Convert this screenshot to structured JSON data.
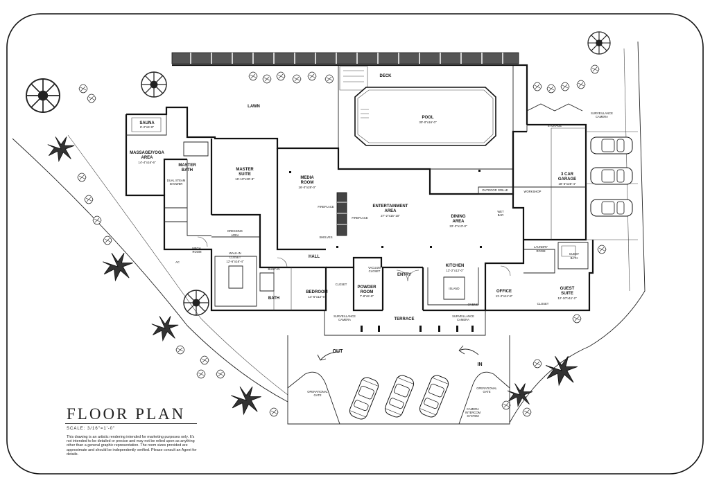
{
  "title": "FLOOR PLAN",
  "scale": "SCALE: 3/16\"=1'-0\"",
  "disclaimer": "This drawing is an artistic rendering intended for marketing purposes only. It's not intended to be detailed or precise and may not be relied upon as anything other than a general graphic representation. The room sizes provided are approximate and should be independently verified.  Please consult an Agent for details.",
  "rooms": {
    "sauna": {
      "name": "SAUNA",
      "dim": "6'-2\"x5'-8\""
    },
    "massage": {
      "name1": "MASSAGE/YOGA",
      "name2": "AREA",
      "dim": "14'-4\"x16'-6\""
    },
    "master_bath": {
      "name1": "MASTER",
      "name2": "BATH"
    },
    "dual_shower": {
      "name1": "DUAL STEAM",
      "name2": "SHOWER"
    },
    "master_suite": {
      "name1": "MASTER",
      "name2": "SUITE",
      "dim": "16'-10\"x30'-8\""
    },
    "media": {
      "name1": "MEDIA",
      "name2": "ROOM",
      "dim": "16'-0\"x28'-0\""
    },
    "entertainment": {
      "name1": "ENTERTAINMENT",
      "name2": "AREA",
      "dim": "27'-2\"x15'-10\""
    },
    "dining": {
      "name1": "DINING",
      "name2": "AREA",
      "dim": "22'-2\"x13'-0\""
    },
    "pool": {
      "name": "POOL",
      "dim": "30'-0\"x16'-0\""
    },
    "deck": "DECK",
    "lawn": "LAWN",
    "storage": "STORAGE",
    "garage": {
      "name1": "3 CAR",
      "name2": "GARAGE",
      "dim": "18'-6\"x25'-4\""
    },
    "workshop": "WORKSHOP",
    "outdoor_grille": "OUTDOOR GRILLE",
    "wet_bar": {
      "l1": "WET",
      "l2": "BAR"
    },
    "dressing": {
      "name1": "DRESSING",
      "name2": "AREA"
    },
    "walkin": {
      "name1": "WALK-IN",
      "name2": "CLOSET",
      "dim": "12'-6\"x16'-4\""
    },
    "mech": {
      "name1": "MECH.",
      "name2": "ROOM"
    },
    "hall": "HALL",
    "built_in": "BUILT-IN",
    "bath": "BATH",
    "bedroom": {
      "name": "BEDROOM",
      "dim": "14'-6\"x12'-6\""
    },
    "closet": "CLOSET",
    "powder": {
      "name1": "POWDER",
      "name2": "ROOM",
      "dim": "7'-8\"x5'-8\""
    },
    "vacuum": {
      "l1": "VACUUM",
      "l2": "CLOSET"
    },
    "entry": "ENTRY",
    "kitchen": {
      "name": "KITCHEN",
      "dim": "13'-2\"x12'-0\""
    },
    "island": "ISLAND",
    "ovens": "OVENS",
    "office": {
      "name": "OFFICE",
      "dim": "11'-2\"x11'-8\""
    },
    "laundry": {
      "name1": "LAUNDRY",
      "name2": "ROOM"
    },
    "guest_bath": {
      "name1": "GUEST",
      "name2": "BATH"
    },
    "guest_suite": {
      "name1": "GUEST",
      "name2": "SUITE",
      "dim": "12'-10\"x11'-2\""
    },
    "terrace": "TERRACE",
    "fireplace": "FIREPLACE",
    "shelves": "SHELVES",
    "ac": "AC",
    "closet2": "CLOSET"
  },
  "labels": {
    "out": "OUT",
    "in": "IN",
    "operational_gate": {
      "l1": "OPERATIONAL",
      "l2": "GATE"
    },
    "surveillance": {
      "l1": "SURVEILLANCE",
      "l2": "CAMERA"
    },
    "intercom": {
      "l1": "CAMERA",
      "l2": "INTERCOM",
      "l3": "SYSTEM"
    }
  }
}
